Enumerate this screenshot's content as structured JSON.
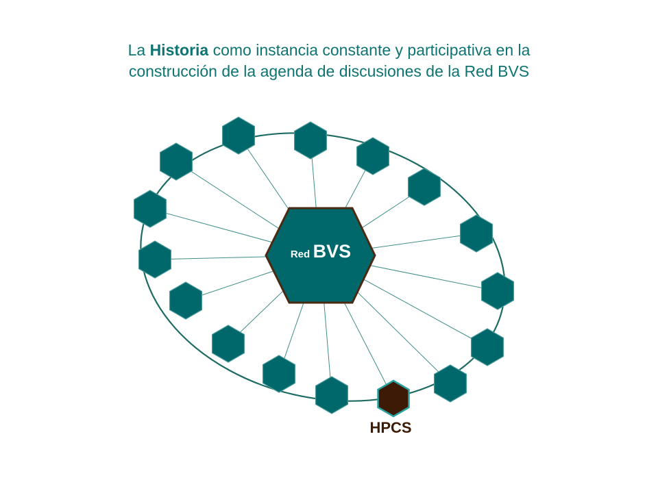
{
  "title": {
    "line1_before": "La ",
    "line1_highlight": "Historia",
    "line1_after": " como instancia constante y participativa en la",
    "line2": "construcción de la agenda de discusiones de la Red BVS"
  },
  "hub": {
    "label_small": "Red",
    "label_big": "BVS"
  },
  "highlight_node": {
    "label": "HPCS"
  },
  "colors": {
    "title_text": "#0e7471",
    "node_fill": "#00686a",
    "node_stroke": "#4b9a9a",
    "hub_fill": "#00686a",
    "hub_stroke": "#4a2a12",
    "highlight_fill": "#3d1a06",
    "highlight_stroke": "#2aa3a0",
    "ring": "#1d6b63",
    "spoke": "#3e8c86",
    "label_dark": "#3d1c07"
  }
}
